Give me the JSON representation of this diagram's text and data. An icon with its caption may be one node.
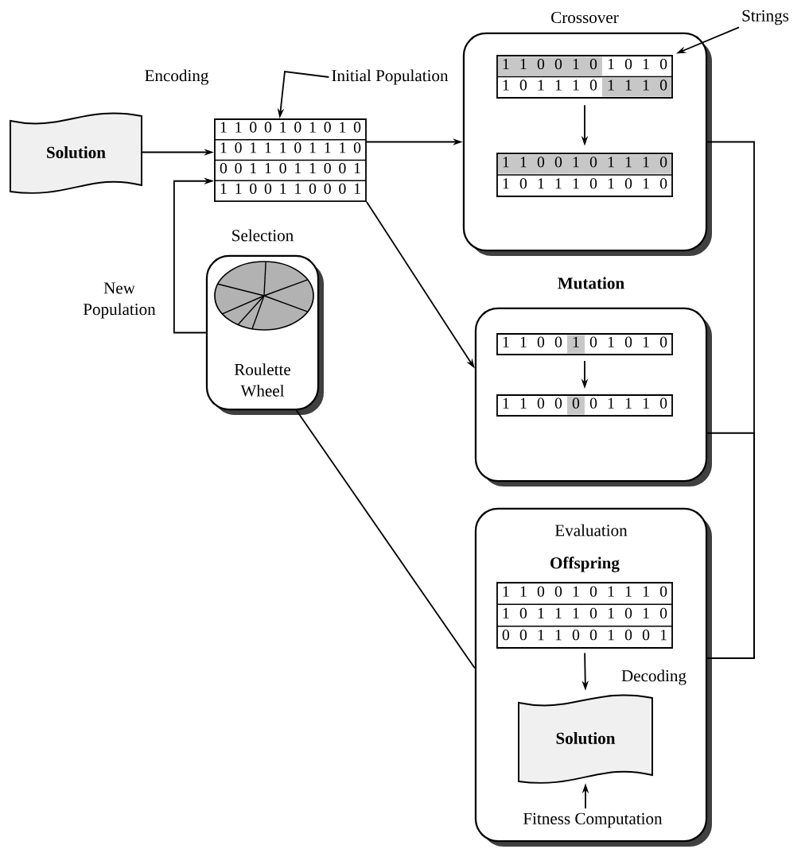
{
  "diagram": {
    "nodes": [
      {
        "text": [
          "Solution"
        ]
      },
      {
        "text": [
          "Initial Population"
        ]
      },
      {
        "text": [
          "1 1 0 0 1 0 1 0 1 0",
          "1 0 1 1 1 0 1 1 1 0",
          "0 0 1 1 0 1 1 0 0 1",
          "1 1 0 0 1 1 0 0 0 1"
        ]
      },
      {
        "text": [
          "Crossover"
        ]
      },
      {
        "text": [
          "1 1 0 0 1 0 1 0 1 0",
          "1 0 1 1 1 0 1 1 1 0"
        ],
        "in": 3
      },
      {
        "text": [
          "1 1 0 0 1 0 1 1 1 0",
          "1 0 1 1 1 0 1 0 1 0"
        ],
        "in": 3
      },
      {
        "text": [
          "Strings"
        ]
      },
      {
        "text": [
          "Selection",
          "Roulette Wheel"
        ]
      },
      {
        "text": [
          "Mutation"
        ]
      },
      {
        "text": [
          "1 1 0 0 1 0 1 0 1 0"
        ],
        "in": 8
      },
      {
        "text": [
          "1 1 0 0 0 0 1 1 1 0"
        ],
        "in": 8
      },
      {
        "text": [
          "Evaluation"
        ]
      },
      {
        "text": [
          "Offspring",
          "1 1 0 0 1 0 1 1 1 0",
          "1 0 1 1 1 0 1 0 1 0",
          "0 0 1 1 0 0 1 0 0 1"
        ],
        "in": 11
      },
      {
        "text": [
          "Solution"
        ],
        "in": 11
      },
      {
        "text": [
          "Fitness Computation"
        ],
        "in": 11
      }
    ],
    "edges": [
      {
        "from": 0,
        "to": 2,
        "arrow": "to",
        "label": "Encoding"
      },
      {
        "from": 1,
        "to": 2,
        "arrow": "to"
      },
      {
        "from": 2,
        "to": 3,
        "arrow": "to"
      },
      {
        "from": 2,
        "to": 8,
        "arrow": "to"
      },
      {
        "from": 4,
        "to": 5,
        "arrow": "to"
      },
      {
        "from": 6,
        "to": 4,
        "arrow": "to"
      },
      {
        "from": 9,
        "to": 10,
        "arrow": "to"
      },
      {
        "from": 12,
        "to": 13,
        "arrow": "to",
        "label": "Decoding"
      },
      {
        "from": 14,
        "to": 13,
        "arrow": "to"
      },
      {
        "from": 7,
        "to": 2,
        "arrow": "to",
        "label": "New Population"
      },
      {
        "from": 7,
        "to": 11,
        "arrow": "none"
      },
      {
        "from": 3,
        "to": 11,
        "arrow": "none"
      },
      {
        "from": 8,
        "to": 11,
        "arrow": "none"
      }
    ]
  }
}
